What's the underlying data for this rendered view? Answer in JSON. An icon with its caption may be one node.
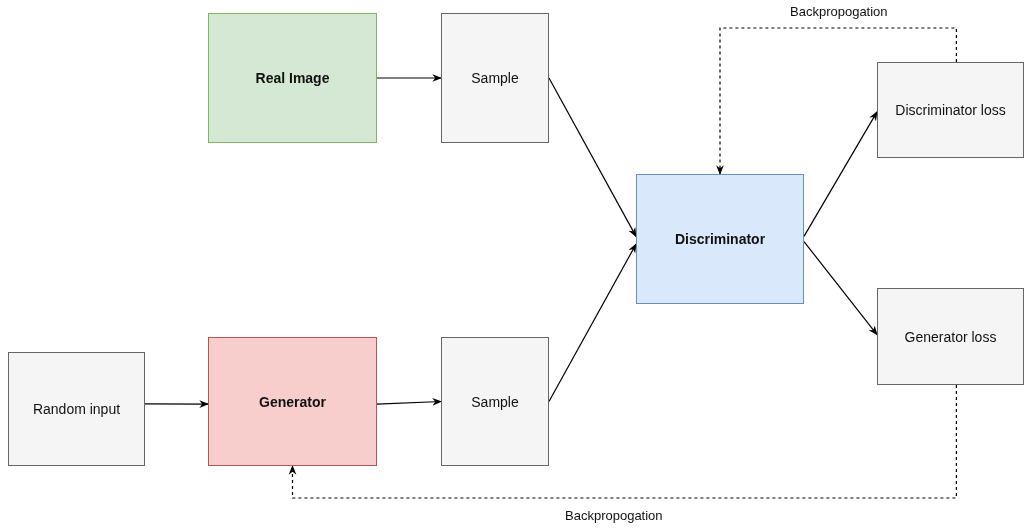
{
  "diagram": {
    "nodes": [
      {
        "text": [
          "Real Image"
        ]
      },
      {
        "text": [
          "Sample"
        ]
      },
      {
        "text": [
          "Discriminator"
        ]
      },
      {
        "text": [
          "Discriminator loss"
        ]
      },
      {
        "text": [
          "Generator loss"
        ]
      },
      {
        "text": [
          "Random input"
        ]
      },
      {
        "text": [
          "Generator"
        ]
      },
      {
        "text": [
          "Sample"
        ]
      }
    ],
    "edges": [
      {
        "from": 0,
        "to": 1,
        "arrow": "to"
      },
      {
        "from": 1,
        "to": 2,
        "arrow": "to"
      },
      {
        "from": 7,
        "to": 2,
        "arrow": "to"
      },
      {
        "from": 2,
        "to": 3,
        "arrow": "to"
      },
      {
        "from": 2,
        "to": 4,
        "arrow": "to"
      },
      {
        "from": 5,
        "to": 6,
        "arrow": "to"
      },
      {
        "from": 6,
        "to": 7,
        "arrow": "to"
      },
      {
        "from": 3,
        "to": 2,
        "arrow": "to",
        "style": "dashed",
        "label": "Backpropogation"
      },
      {
        "from": 4,
        "to": 6,
        "arrow": "to",
        "style": "dashed",
        "label": "Backpropogation"
      }
    ]
  }
}
